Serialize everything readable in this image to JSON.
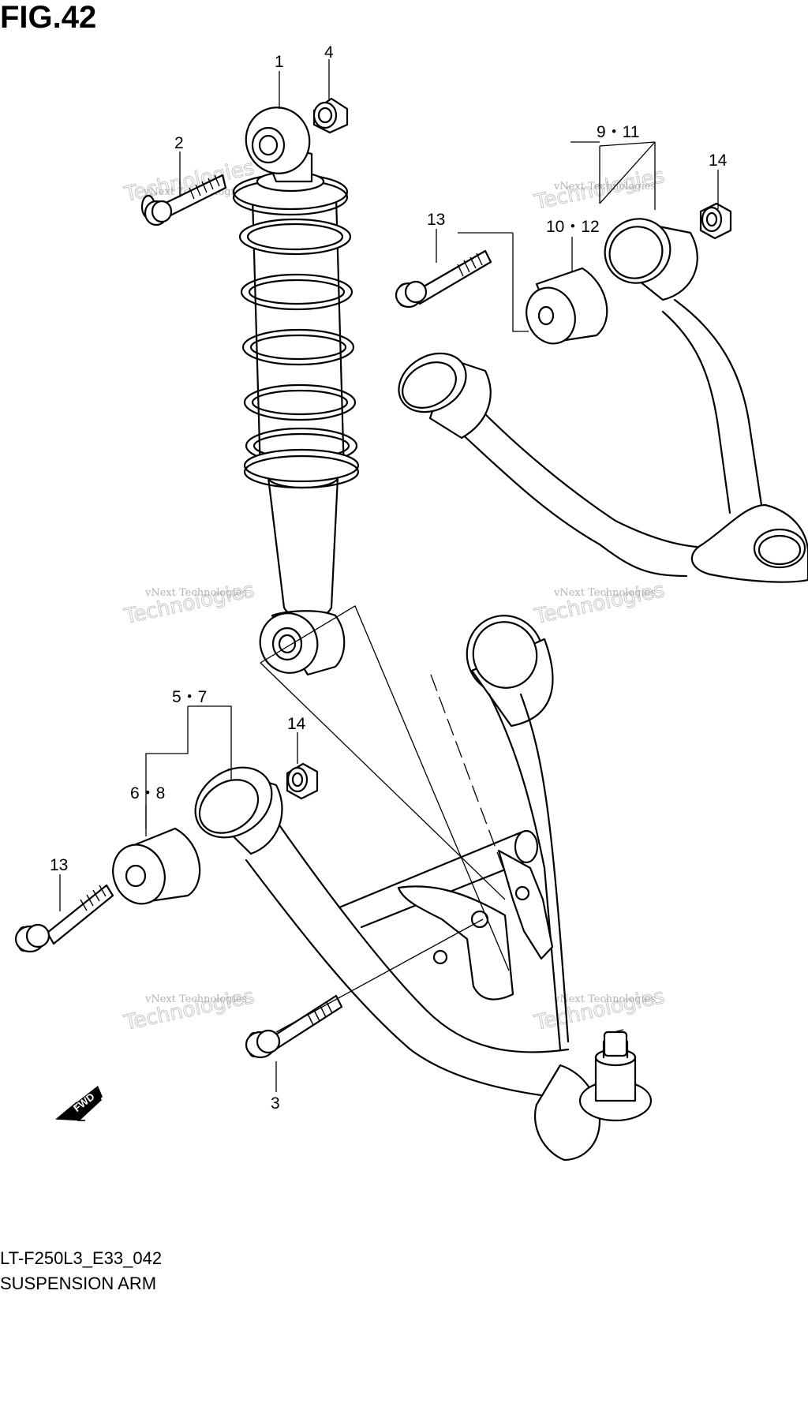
{
  "figure": {
    "title": "FIG.42",
    "model_code": "LT-F250L3_E33_042",
    "name": "SUSPENSION ARM"
  },
  "callouts": {
    "c1": "1",
    "c2": "2",
    "c3": "3",
    "c4": "4",
    "c5_7": "5・7",
    "c6_8": "6・8",
    "c9_11": "9・11",
    "c10_12": "10・12",
    "c13a": "13",
    "c13b": "13",
    "c14a": "14",
    "c14b": "14"
  },
  "watermark": {
    "line1": "vNext Technologies",
    "line2": "Technologies"
  },
  "forward_label": "FWD"
}
